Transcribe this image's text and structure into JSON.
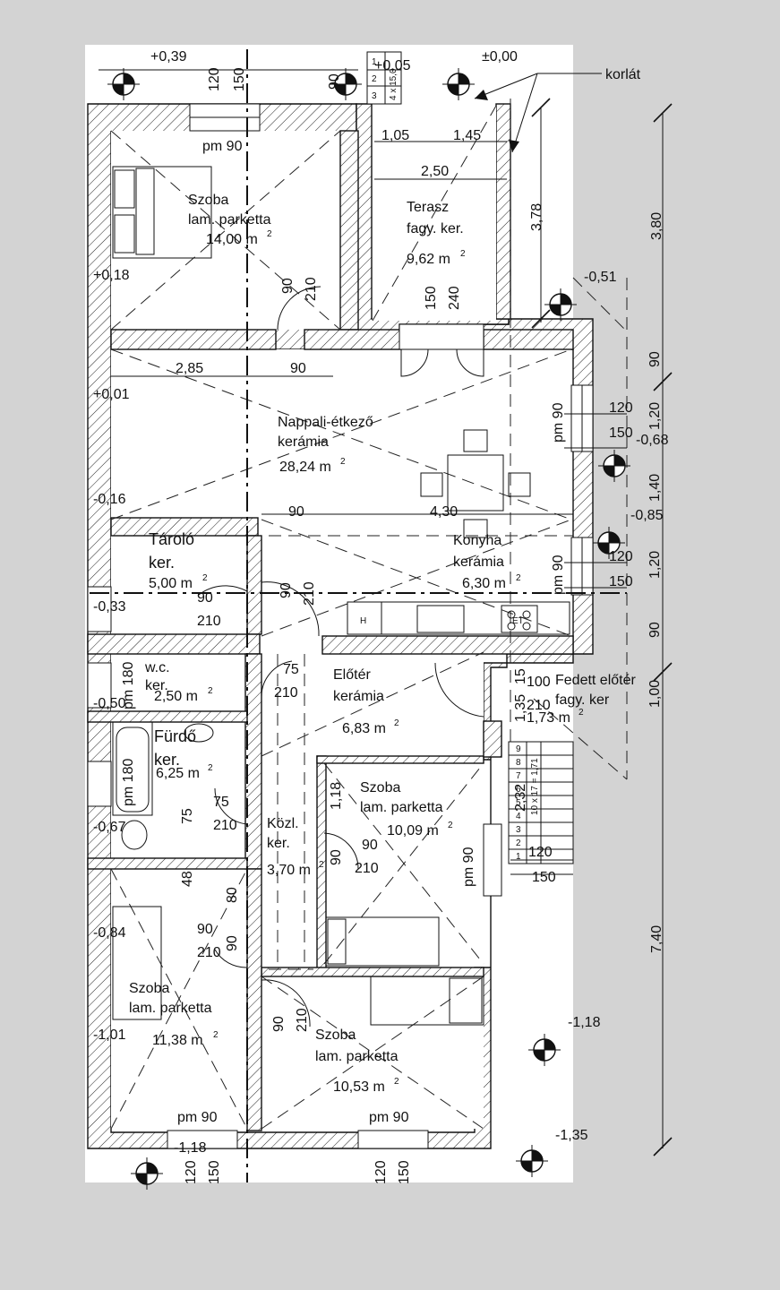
{
  "levels": {
    "top_left": "+0,39",
    "top_stair": "+0,05",
    "top_right": "±0,00",
    "bedroom1": "+0,18",
    "living": "+0,01",
    "living_lower": "-0,16",
    "terrace_right": "-0,51",
    "right_068": "-0,68",
    "right_085": "-0,85",
    "storage": "-0,33",
    "wc": "-0,50",
    "bath": "-0,67",
    "bedroom_lower": "-0,84",
    "bedroom_bottom": "-1,01",
    "right_118": "-1,18",
    "bottom_118": "-1,18",
    "right_135": "-1,35"
  },
  "annotation": {
    "railing": "korlát"
  },
  "rooms": [
    {
      "id": "szoba1",
      "name": "Szoba",
      "floor": "lam. parketta",
      "area": "14,00 m",
      "ceiling": "pm 90"
    },
    {
      "id": "terasz",
      "name": "Terasz",
      "floor": "fagy. ker.",
      "area": "9,62 m"
    },
    {
      "id": "nappali",
      "name": "Nappali-étkező",
      "floor": "kerámia",
      "area": "28,24 m",
      "ceiling": "pm 90"
    },
    {
      "id": "tarolo",
      "name": "Tároló",
      "floor": "ker.",
      "area": "5,00 m"
    },
    {
      "id": "konyha",
      "name": "Konyha",
      "floor": "kerámia",
      "area": "6,30 m",
      "ceiling": "pm 90"
    },
    {
      "id": "wc",
      "name": "w.c.",
      "floor": "ker.",
      "area": "2,50 m",
      "ceiling": "pm 180"
    },
    {
      "id": "eloter",
      "name": "Előtér",
      "floor": "kerámia",
      "area": "6,83 m"
    },
    {
      "id": "fedett",
      "name": "Fedett előtér",
      "floor": "fagy. ker",
      "area": "1,73 m"
    },
    {
      "id": "furdo",
      "name": "Fürdő",
      "floor": "ker.",
      "area": "6,25 m",
      "ceiling": "pm 180"
    },
    {
      "id": "szoba2",
      "name": "Szoba",
      "floor": "lam. parketta",
      "area": "10,09 m",
      "ceiling": "pm 90"
    },
    {
      "id": "kozl",
      "name": "Közl.",
      "floor": "ker.",
      "area": "3,70 m"
    },
    {
      "id": "szoba3",
      "name": "Szoba",
      "floor": "lam. parketta",
      "area": "11,38 m",
      "ceiling": "pm 90"
    },
    {
      "id": "szoba4",
      "name": "Szoba",
      "floor": "lam. parketta",
      "area": "10,53 m",
      "ceiling": "pm 90"
    }
  ],
  "dims": {
    "d120a": "120",
    "d150a": "150",
    "d90a": "90",
    "d105": "1,05",
    "d145": "1,45",
    "d250": "2,50",
    "d378": "3,78",
    "d380": "3,80",
    "d150t": "150",
    "d240t": "240",
    "d90r1": "90",
    "d210r1": "210",
    "d285": "2,85",
    "d90n": "90",
    "d90r": "90",
    "d120r": "120",
    "d150r": "150",
    "d120r2": "1,20",
    "d140": "1,40",
    "d90k": "90",
    "d430": "4,30",
    "d120k": "120",
    "d150k": "150",
    "d120k2": "1,20",
    "d90rr": "90",
    "d90t": "90",
    "d210t": "210",
    "d90t2": "90",
    "d210t2": "210",
    "d75a": "75",
    "d210a": "210",
    "d15": "15",
    "d100": "100",
    "d210f": "210",
    "d135": "1,35",
    "d100r": "1,00",
    "d75b": "75",
    "d210b": "210",
    "d75c": "75",
    "d118": "1,18",
    "d232": "2,32",
    "d120s": "120",
    "d150s": "150",
    "d90s": "90",
    "d210s": "210",
    "d90s2": "90",
    "d48": "48",
    "d80": "80",
    "d740": "7,40",
    "d90u": "90",
    "d210u": "210",
    "d90u2": "90",
    "d90v": "90",
    "d210v": "210",
    "b120": "120",
    "b150": "150",
    "b120b": "120",
    "b150b": "150",
    "stair_top": "4 x 15,0",
    "stair_side": "10 x 17 = 1,71"
  },
  "kitchen": {
    "sink": "H",
    "stove": "ET"
  },
  "stairs_top": [
    "1",
    "2",
    "3"
  ],
  "stairs_side": [
    "9",
    "8",
    "7",
    "6",
    "5",
    "4",
    "3",
    "2",
    "1"
  ]
}
